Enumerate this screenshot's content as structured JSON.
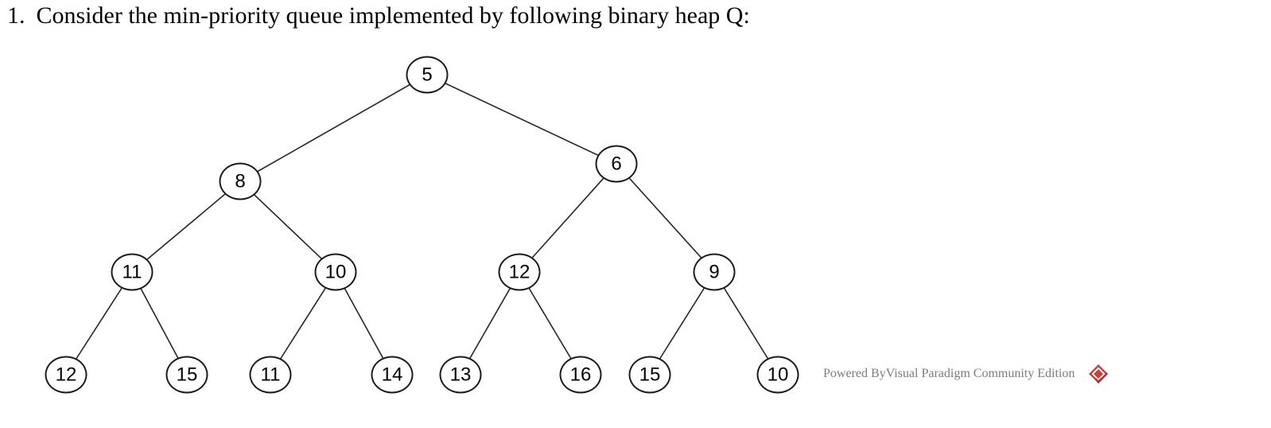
{
  "question": {
    "number": "1.",
    "text": "Consider the min-priority queue implemented by following binary heap Q:"
  },
  "heap": {
    "array": [
      5,
      8,
      6,
      11,
      10,
      12,
      9,
      12,
      15,
      11,
      14,
      13,
      16,
      15,
      10
    ],
    "nodes": [
      {
        "value": "5"
      },
      {
        "value": "8"
      },
      {
        "value": "6"
      },
      {
        "value": "11"
      },
      {
        "value": "10"
      },
      {
        "value": "12"
      },
      {
        "value": "9"
      },
      {
        "value": "12"
      },
      {
        "value": "15"
      },
      {
        "value": "11"
      },
      {
        "value": "14"
      },
      {
        "value": "13"
      },
      {
        "value": "16"
      },
      {
        "value": "15"
      },
      {
        "value": "10"
      }
    ],
    "edges": [
      [
        0,
        1
      ],
      [
        0,
        2
      ],
      [
        1,
        3
      ],
      [
        1,
        4
      ],
      [
        2,
        5
      ],
      [
        2,
        6
      ],
      [
        3,
        7
      ],
      [
        3,
        8
      ],
      [
        4,
        9
      ],
      [
        4,
        10
      ],
      [
        5,
        11
      ],
      [
        5,
        12
      ],
      [
        6,
        13
      ],
      [
        6,
        14
      ]
    ]
  },
  "watermark": {
    "text": "Powered ByVisual Paradigm Community Edition",
    "logo": "visual-paradigm-diamond-icon",
    "logo_color": "#c5433e"
  },
  "colors": {
    "background": "#ffffff",
    "node_stroke": "#1c1c1c",
    "edge_stroke": "#262626",
    "text": "#000000",
    "watermark_text": "#7b7b80"
  }
}
